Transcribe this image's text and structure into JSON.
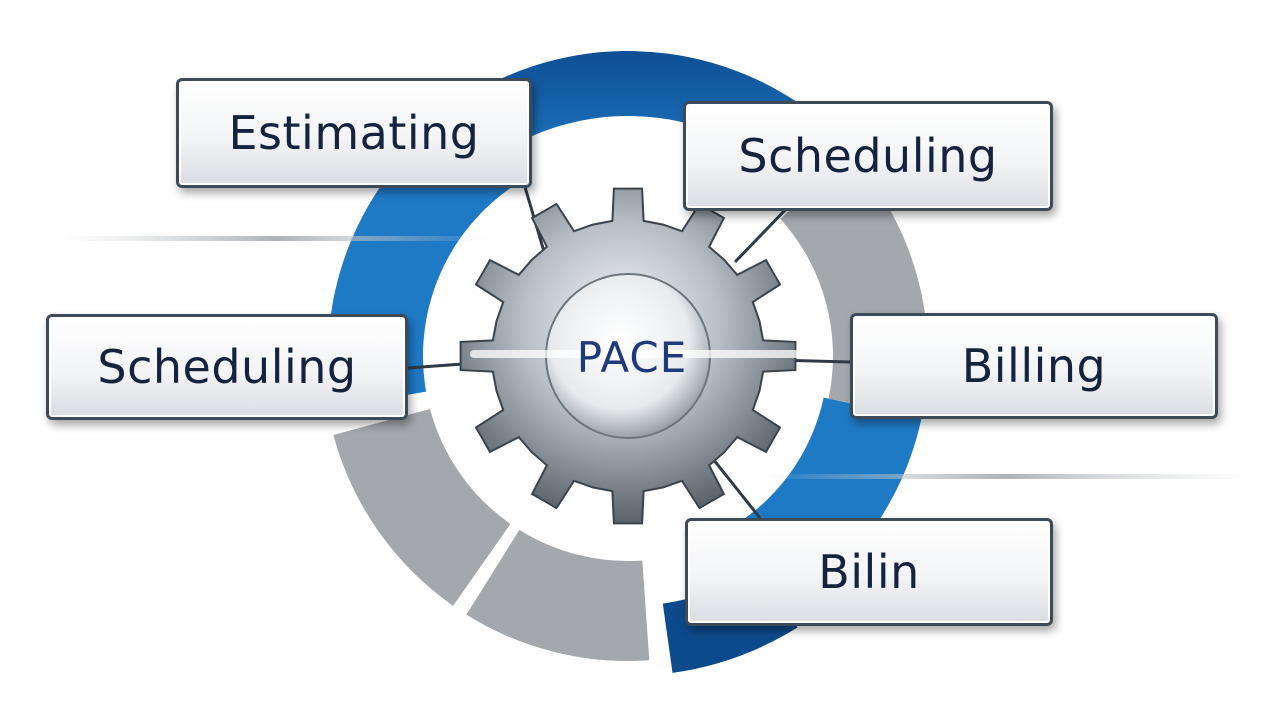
{
  "labels": {
    "estimating": "Estimating",
    "scheduling_right": "Scheduling",
    "scheduling_left": "Scheduling",
    "billing": "Billing",
    "bilin": "Bilin"
  },
  "center": {
    "label": "PACE"
  },
  "colors": {
    "blue_dark": "#0d4a8c",
    "blue_bright": "#1f7ac6",
    "gray_ring": "#a4a8ad",
    "text_navy": "#15233f",
    "center_text": "#1f3a78"
  }
}
